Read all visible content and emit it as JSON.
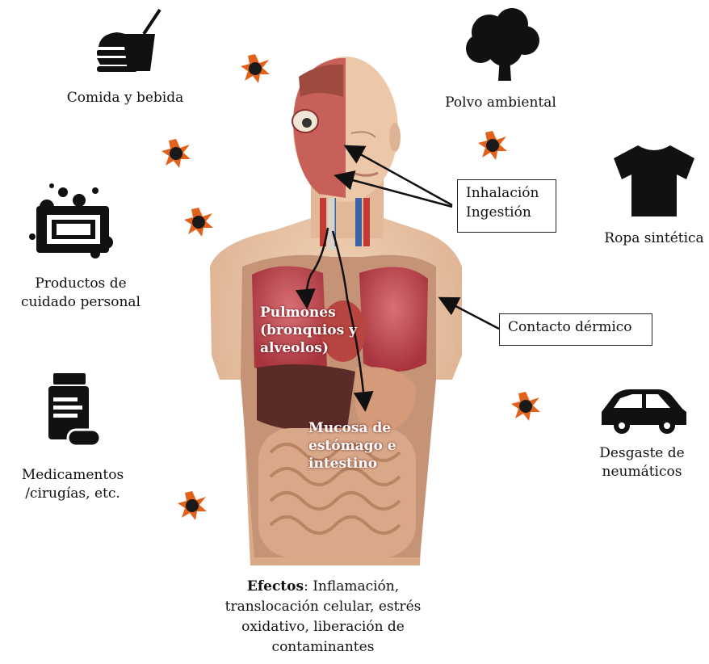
{
  "sources": {
    "food": "Comida y bebida",
    "dust": "Polvo ambiental",
    "personal_care": [
      "Productos de",
      "cuidado personal"
    ],
    "clothing": "Ropa sintética",
    "medicine": [
      "Medicamentos",
      "/cirugías, etc."
    ],
    "tires": [
      "Desgaste de",
      "neumáticos"
    ]
  },
  "routes": {
    "inhalation": "Inhalación",
    "ingestion": "Ingestión",
    "dermal": "Contacto dérmico"
  },
  "organs": {
    "lungs": [
      "Pulmones",
      "(bronquios y",
      "alveolos)"
    ],
    "gut": [
      "Mucosa de",
      "estómago e",
      "intestino"
    ]
  },
  "effects": {
    "heading": "Efectos",
    "text": ": Inflamación, translocación celular, estrés oxidativo, liberación de contaminantes"
  },
  "colors": {
    "skin": "#e9c6a6",
    "lung": "#c9565f",
    "intestine": "#d7a07e",
    "particle_orange": "#e2621c",
    "icon": "#111111"
  },
  "icons": [
    "burger-drink-icon",
    "tree-icon",
    "shirt-icon",
    "cosmetics-icon",
    "car-icon",
    "pill-bottle-icon",
    "microplastic-particle-icon"
  ]
}
